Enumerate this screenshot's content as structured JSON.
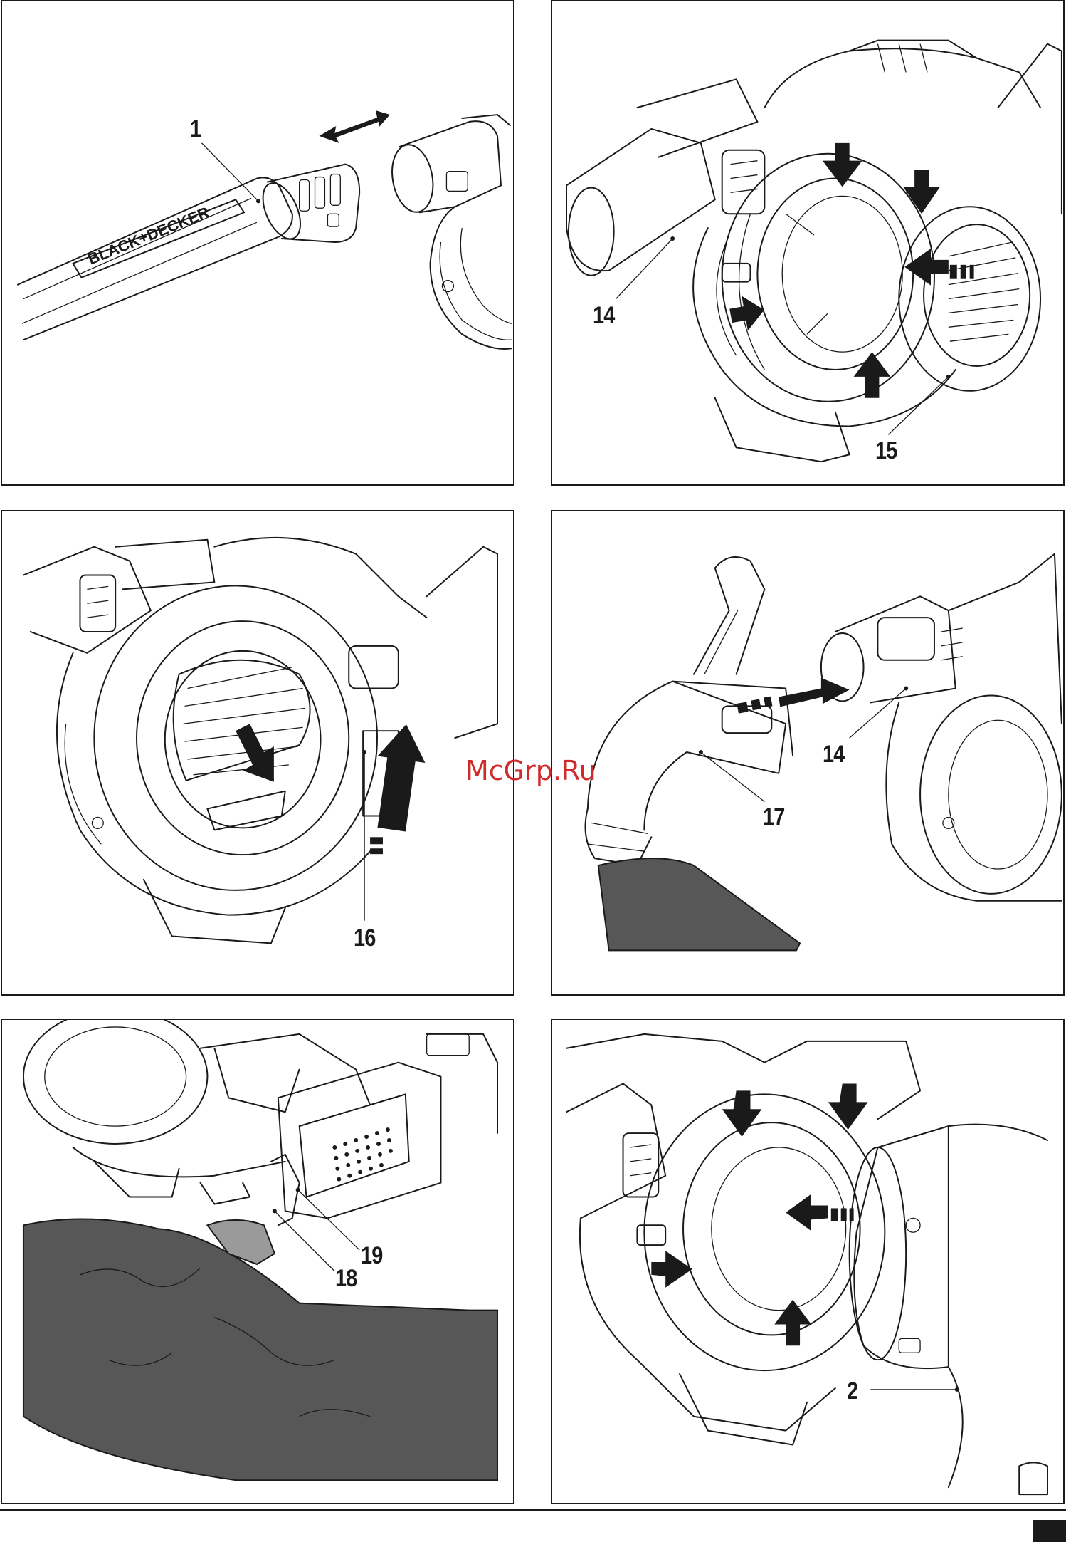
{
  "watermark": "McGrp.Ru",
  "panels": [
    {
      "id": "p1",
      "labels": [
        "1"
      ],
      "brand_text": "BLACK+DECKER"
    },
    {
      "id": "p2",
      "labels": [
        "14",
        "15"
      ]
    },
    {
      "id": "p3",
      "labels": [
        "16"
      ]
    },
    {
      "id": "p4",
      "labels": [
        "14",
        "17"
      ]
    },
    {
      "id": "p5",
      "labels": [
        "19",
        "18"
      ]
    },
    {
      "id": "p6",
      "labels": [
        "2"
      ]
    }
  ],
  "colors": {
    "ink": "#1a1a1a",
    "bag": "#575757",
    "watermark": "#d12a2a"
  }
}
